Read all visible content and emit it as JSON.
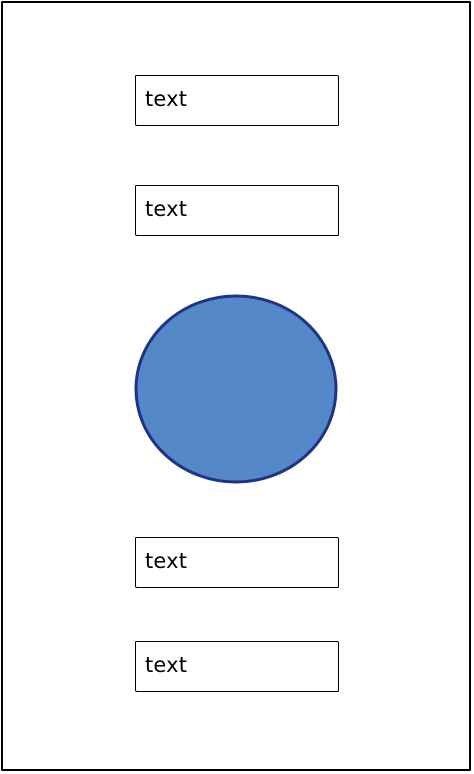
{
  "fields": [
    {
      "value": "text"
    },
    {
      "value": "text"
    },
    {
      "value": "text"
    },
    {
      "value": "text"
    }
  ],
  "circle": {
    "fill": "#5588c8",
    "stroke": "#1f3583"
  }
}
